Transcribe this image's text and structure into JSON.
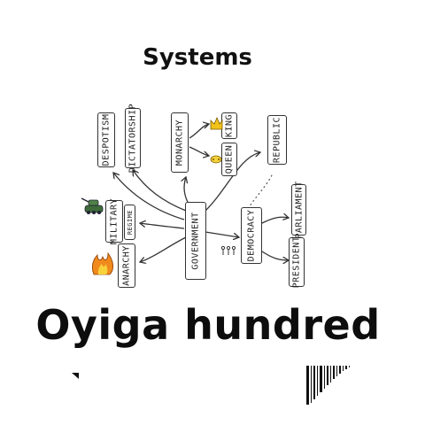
{
  "title": "Systems",
  "headline": "Oyiga hundred",
  "diagram": {
    "government": "GOVERNMENT",
    "monarchy": "MONARCHY",
    "king": "KING",
    "queen": "QUEEN",
    "despotism": "DESPOTISM",
    "dictatorship": "DICTATORSHIP",
    "military": "MILITARY",
    "regime": "REGIME",
    "anarchy": "ANARCHY",
    "democracy": "DEMOCRACY",
    "republic": "REPUBLIC",
    "parliament": "PARLIAMENT",
    "president": "PRESIDENT"
  },
  "icons": {
    "crown": "crown-icon",
    "queen_crown": "queen-crown-icon",
    "tank": "tank-icon",
    "fire": "fire-icon",
    "ballot_people": "people-icon"
  }
}
